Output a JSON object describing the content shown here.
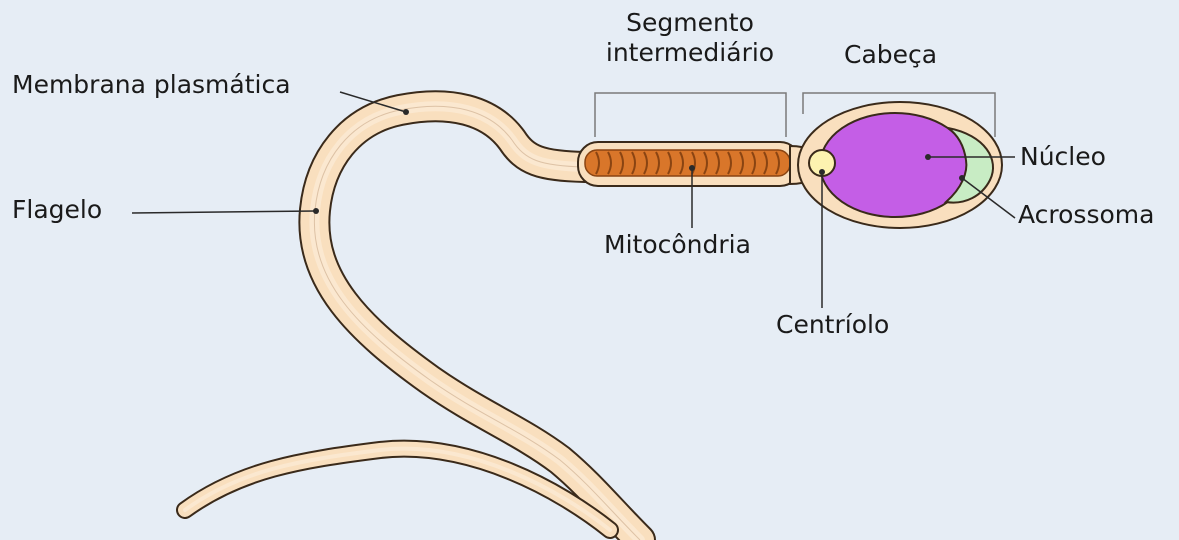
{
  "labels": {
    "membrana": "Membrana plasmática",
    "flagelo": "Flagelo",
    "segmento_line1": "Segmento",
    "segmento_line2": "intermediário",
    "cabeca": "Cabeça",
    "nucleo": "Núcleo",
    "acrossoma": "Acrossoma",
    "mitocondria": "Mitocôndria",
    "centriolo": "Centríolo"
  },
  "colors": {
    "background": "#e6edf5",
    "membrane_fill": "#f9dfbe",
    "membrane_outline": "#3a2a1a",
    "inner_tail": "#fbe8d0",
    "mitochondria": "#d9762a",
    "nucleus": "#c45ee6",
    "acrosome": "#c8ecc4",
    "centriole": "#fdf3b0",
    "leader_line": "#2a2a2a"
  }
}
